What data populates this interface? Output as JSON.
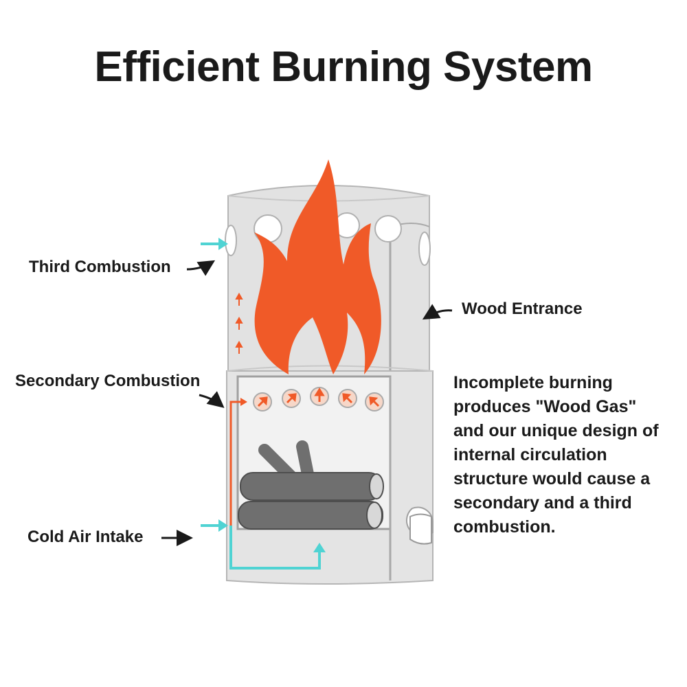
{
  "title": "Efficient Burning System",
  "labels": {
    "third_combustion": "Third Combustion",
    "secondary_combustion": "Secondary Combustion",
    "cold_air_intake": "Cold Air Intake",
    "wood_entrance": "Wood Entrance"
  },
  "description": [
    "Incomplete burning",
    "produces \"Wood Gas\"",
    "and our unique design of",
    "internal circulation",
    "structure would cause a",
    "secondary and a third",
    "combustion."
  ],
  "colors": {
    "flame": "#f05a28",
    "air_flow": "#4fd3d3",
    "stove_body": "#e0e0e0",
    "logs": "#6f6f6f"
  }
}
